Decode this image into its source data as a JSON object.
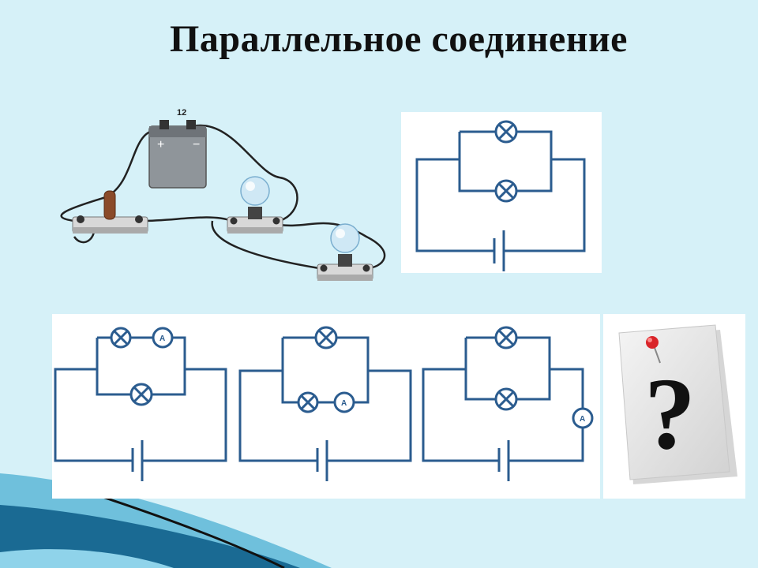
{
  "slide": {
    "title": "Параллельное соединение"
  },
  "illustration": {
    "battery_label": "12",
    "battery_plus": "+",
    "battery_minus": "−"
  },
  "schematics": {
    "ammeter_label": "A"
  },
  "question_card": {
    "glyph": "?"
  },
  "colors": {
    "background": "#d6f1f8",
    "wire": "#2b5c8f",
    "wave_dark": "#1a5f86",
    "wave_light": "#4aa6c8"
  }
}
